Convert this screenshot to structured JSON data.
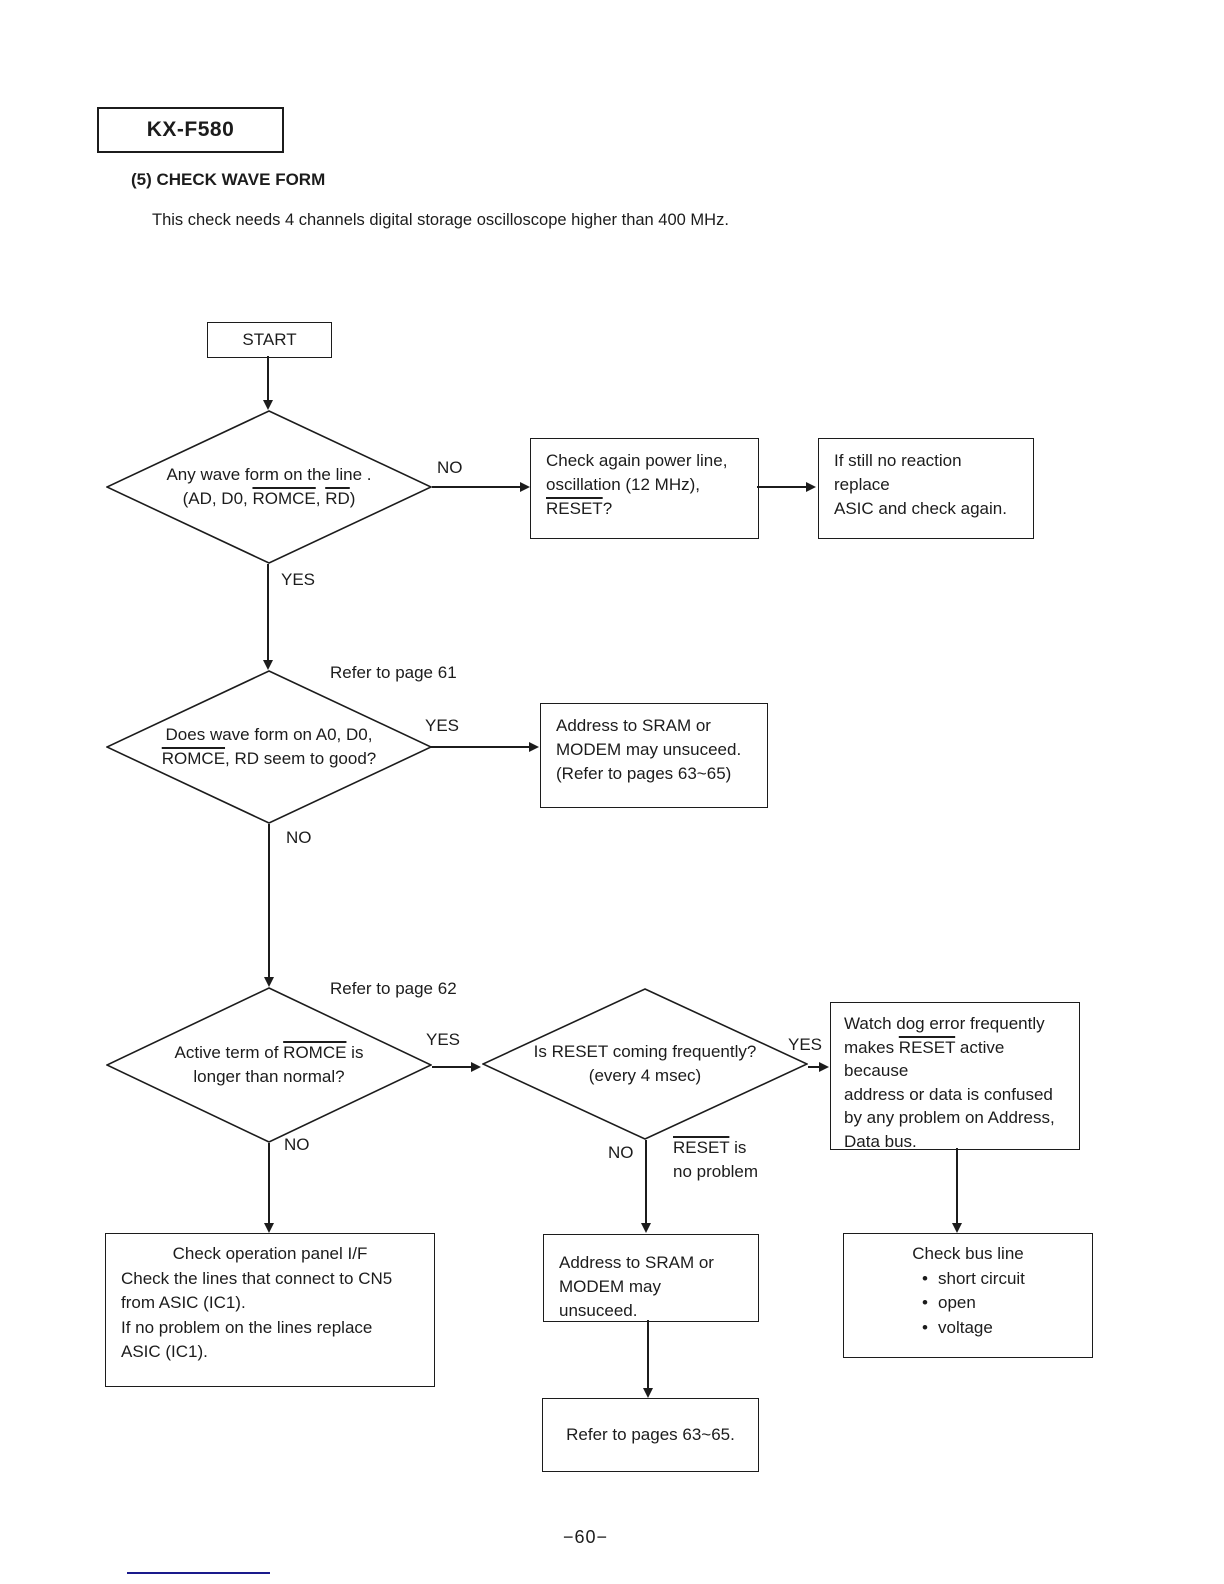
{
  "header": {
    "model": "KX-F580",
    "section_title": "(5) CHECK WAVE FORM",
    "intro": "This check needs 4 channels digital storage oscilloscope higher than 400 MHz."
  },
  "labels": {
    "yes": "YES",
    "no": "NO",
    "ref_page_61": "Refer to page 61",
    "ref_page_62": "Refer to page 62",
    "bullet": "•"
  },
  "nodes": {
    "start": "START",
    "d1": {
      "l1": "Any wave form on the line .",
      "l2a": "(AD, D0, ",
      "l2b": "ROMCE",
      "l2c": ", ",
      "l2d": "RD",
      "l2e": ")"
    },
    "check_power": {
      "l1": "Check again power line,",
      "l2": "oscillation (12 MHz),",
      "l3a": "RESET",
      "l3b": "?"
    },
    "replace_asic": {
      "l1": "If still no reaction replace",
      "l2": "ASIC and check again."
    },
    "d2": {
      "l1": "Does wave form on A0, D0,",
      "l2a": "ROMCE",
      "l2b": ", RD seem to good?"
    },
    "sram_modem_refer": {
      "l1": "Address to SRAM or",
      "l2": "MODEM may unsuceed.",
      "l3": "(Refer to pages 63~65)"
    },
    "d3": {
      "l1a": "Active term of ",
      "l1b": "ROMCE",
      "l1c": " is",
      "l2": "longer than normal?"
    },
    "d4": {
      "l1": "Is RESET coming frequently?",
      "l2": "(every 4 msec)"
    },
    "watchdog": {
      "l1": "Watch dog error frequently",
      "l2a": "makes ",
      "l2b": "RESET",
      "l2c": " active because",
      "l3": "address or data is confused",
      "l4": "by any problem on Address,",
      "l5": "Data bus."
    },
    "reset_note": {
      "l1a": "RESET",
      "l1b": " is",
      "l2": "no problem"
    },
    "op_panel": {
      "title": "Check operation panel I/F",
      "l1": "Check the lines that connect to CN5",
      "l2": "from ASIC (IC1).",
      "l3": "If no problem on the lines replace",
      "l4": "ASIC (IC1)."
    },
    "sram_modem": {
      "l1": "Address to SRAM or",
      "l2": "MODEM may unsuceed."
    },
    "bus_line": {
      "title": "Check bus line",
      "b1": "short circuit",
      "b2": "open",
      "b3": "voltage"
    },
    "refer_63_65": "Refer to pages 63~65."
  },
  "footer": {
    "page": "−60−"
  },
  "colors": {
    "ink": "#1c1c1c",
    "accent_rule": "#1a1a8c"
  }
}
